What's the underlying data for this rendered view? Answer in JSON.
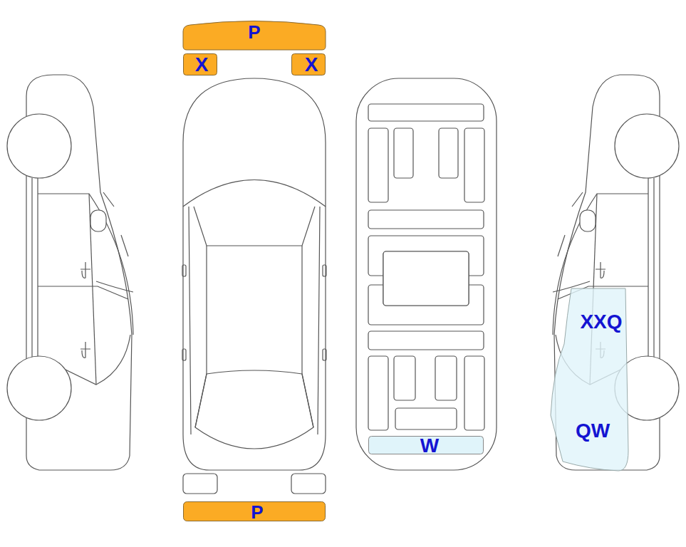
{
  "diagram": {
    "nodes": [
      {
        "text": [
          "P"
        ]
      },
      {
        "text": [
          "X"
        ]
      },
      {
        "text": [
          "X"
        ]
      },
      {
        "text": [
          "XXQ",
          "QW"
        ]
      },
      {
        "text": [
          "W"
        ]
      },
      {
        "text": [
          "P"
        ]
      }
    ]
  }
}
